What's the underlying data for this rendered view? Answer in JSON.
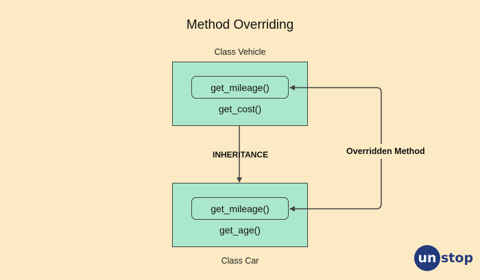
{
  "title": "Method Overriding",
  "parent_class": {
    "caption": "Class Vehicle",
    "overridden_method": "get_mileage()",
    "other_method": "get_cost()"
  },
  "child_class": {
    "caption": "Class Car",
    "overridden_method": "get_mileage()",
    "other_method": "get_age()"
  },
  "labels": {
    "inheritance": "INHERITANCE",
    "overridden": "Overridden Method"
  },
  "logo": {
    "circle_text": "un",
    "rest_text": "stop"
  },
  "colors": {
    "background": "#fbeac3",
    "class_fill": "#abe7cc",
    "logo": "#233a7c"
  }
}
